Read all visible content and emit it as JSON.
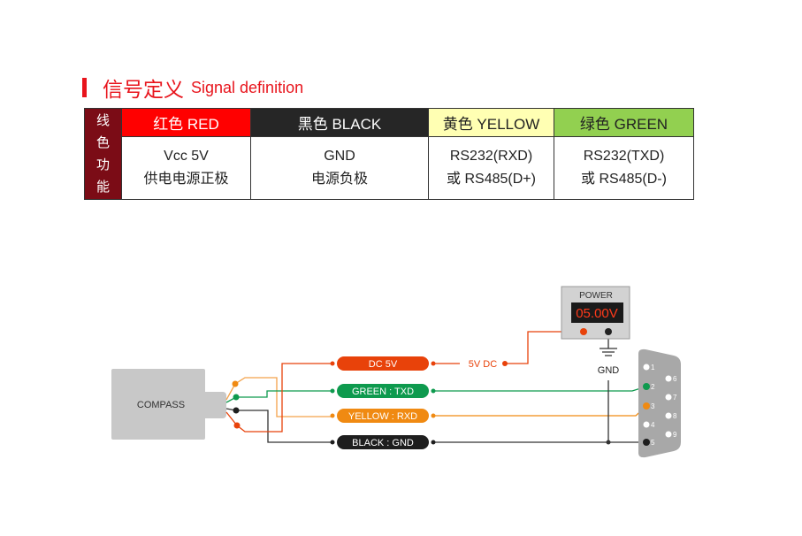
{
  "title": {
    "cn": "信号定义",
    "en": "Signal definition"
  },
  "table": {
    "row_label": [
      "线",
      "色",
      "功",
      "能"
    ],
    "headers": [
      {
        "label": "红色 RED",
        "bg": "#ff0000",
        "fg": "#ffffff"
      },
      {
        "label": "黑色 BLACK",
        "bg": "#262626",
        "fg": "#ffffff"
      },
      {
        "label": "黄色 YELLOW",
        "bg": "#ffffb3",
        "fg": "#222222"
      },
      {
        "label": "绿色 GREEN",
        "bg": "#92d050",
        "fg": "#222222"
      }
    ],
    "cells": [
      {
        "line1": "Vcc 5V",
        "line2": "供电电源正极"
      },
      {
        "line1": "GND",
        "line2": "电源负极"
      },
      {
        "line1": "RS232(RXD)",
        "line2": "或 RS485(D+)"
      },
      {
        "line1": "RS232(TXD)",
        "line2": "或 RS485(D-)"
      }
    ]
  },
  "diagram": {
    "compass": "COMPASS",
    "power_label": "POWER",
    "power_display": "05.00V",
    "gnd": "GND",
    "dc_label": "5V DC",
    "wires": [
      {
        "label": "DC 5V",
        "color": "#e8420a"
      },
      {
        "label": "GREEN : TXD",
        "color": "#0e9a4e"
      },
      {
        "label": "YELLOW : RXD",
        "color": "#f08a12"
      },
      {
        "label": "BLACK : GND",
        "color": "#1e1e1e"
      }
    ],
    "pins": [
      "1",
      "2",
      "3",
      "4",
      "5",
      "6",
      "7",
      "8",
      "9"
    ]
  }
}
